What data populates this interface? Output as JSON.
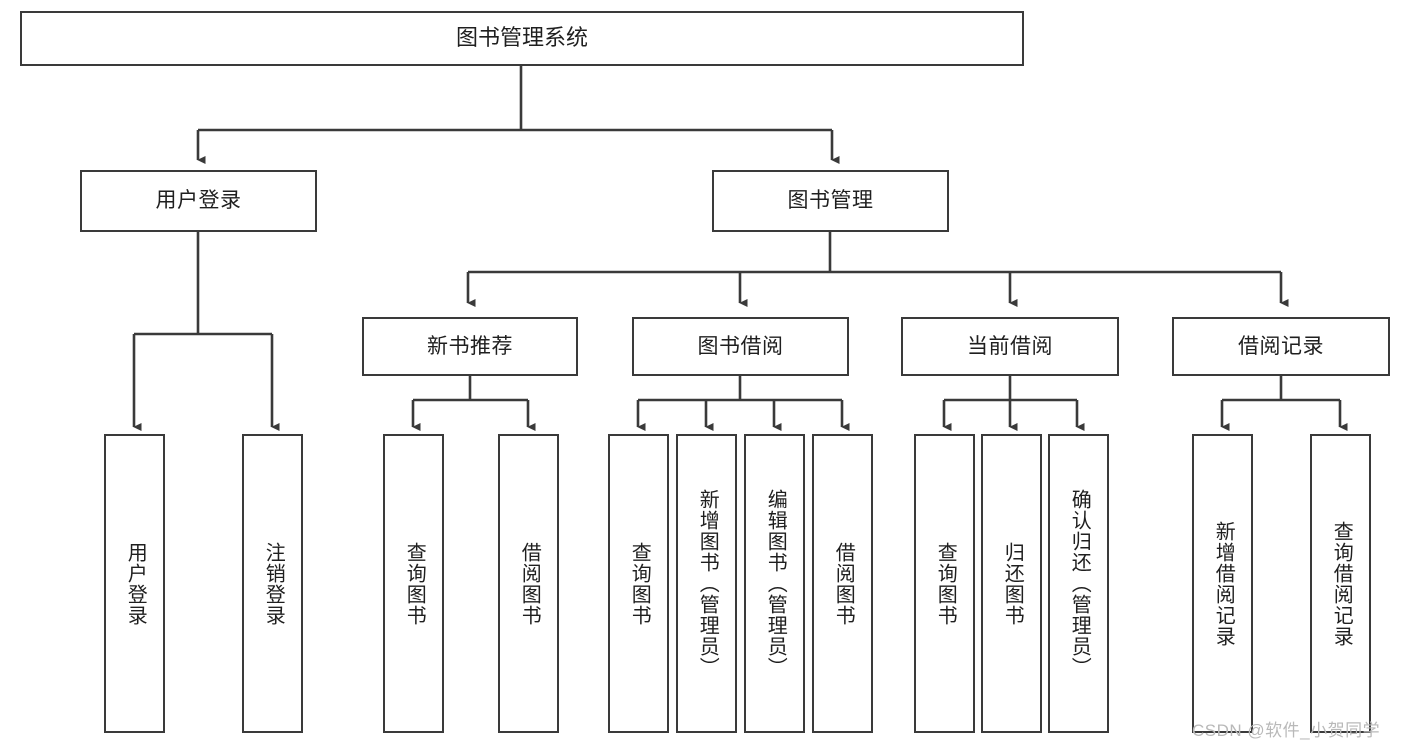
{
  "diagram": {
    "type": "tree-hierarchy",
    "title": "图书管理系统",
    "colors": {
      "box_border": "#3a3a3a",
      "box_fill": "#ffffff",
      "connector": "#3a3a3a",
      "text": "#1f1f1f",
      "watermark": "#b9b9b9",
      "background": "#ffffff"
    },
    "levels": 4,
    "root": {
      "label": "图书管理系统"
    },
    "level2": [
      {
        "label": "用户登录"
      },
      {
        "label": "图书管理"
      }
    ],
    "level3": [
      {
        "label": "新书推荐"
      },
      {
        "label": "图书借阅"
      },
      {
        "label": "当前借阅"
      },
      {
        "label": "借阅记录"
      }
    ],
    "leaves": {
      "user_login": [
        {
          "label": "用户登录"
        },
        {
          "label": "注销登录"
        }
      ],
      "new_book_recommend": [
        {
          "label": "查询图书"
        },
        {
          "label": "借阅图书"
        }
      ],
      "book_borrow": [
        {
          "label": "查询图书"
        },
        {
          "label": "新增图书（管理员）"
        },
        {
          "label": "编辑图书（管理员）"
        },
        {
          "label": "借阅图书"
        }
      ],
      "current_borrow": [
        {
          "label": "查询图书"
        },
        {
          "label": "归还图书"
        },
        {
          "label": "确认归还（管理员）"
        }
      ],
      "borrow_record": [
        {
          "label": "新增借阅记录"
        },
        {
          "label": "查询借阅记录"
        }
      ]
    }
  },
  "watermark": {
    "text": "CSDN @软件_小贺同学"
  }
}
